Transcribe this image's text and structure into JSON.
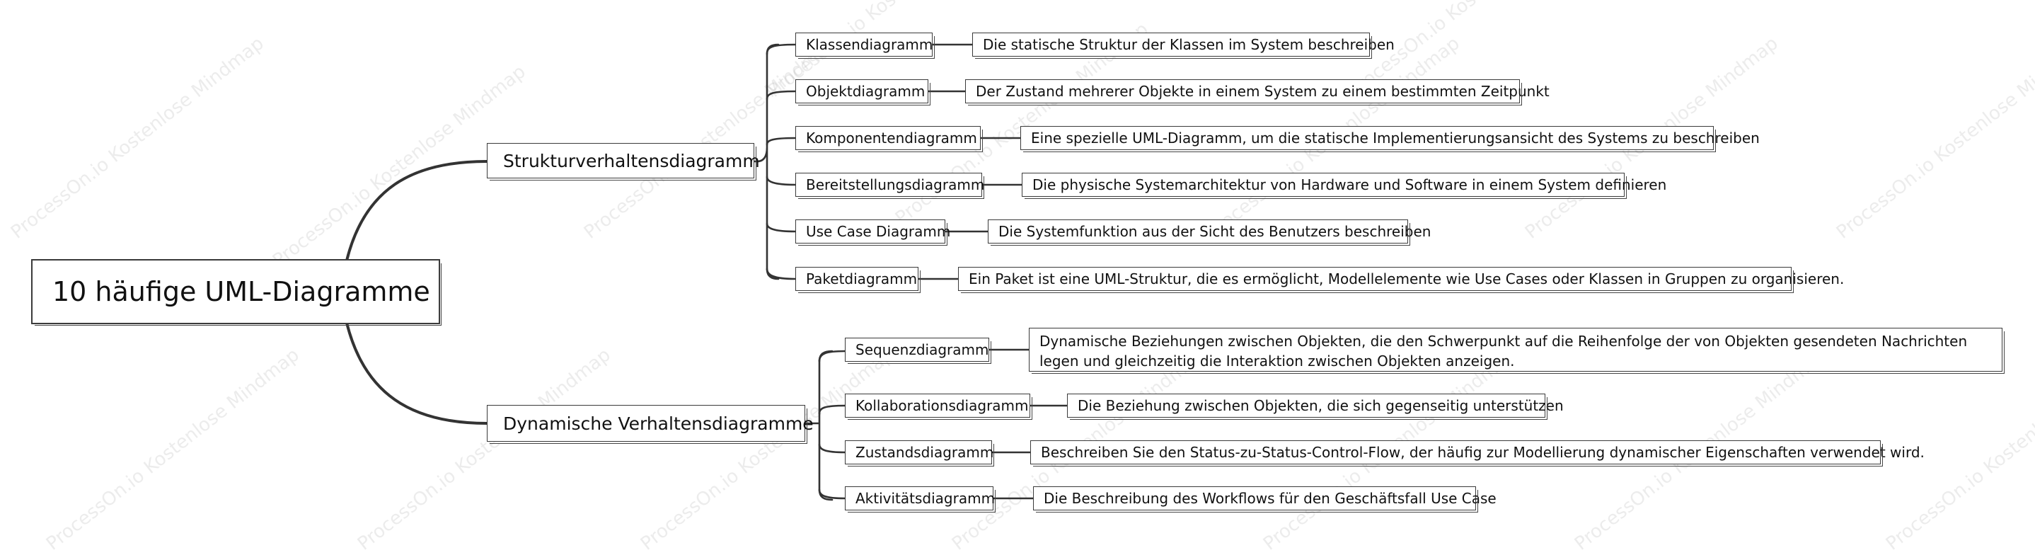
{
  "root": {
    "label": "10 häufige UML-Diagramme"
  },
  "branches": [
    {
      "label": "Strukturverhaltensdiagramm",
      "children": [
        {
          "label": "Klassendiagramm",
          "description": "Die statische Struktur der Klassen im System beschreiben"
        },
        {
          "label": "Objektdiagramm",
          "description": "Der Zustand mehrerer Objekte in einem System zu einem bestimmten Zeitpunkt"
        },
        {
          "label": "Komponentendiagramm",
          "description": "Eine spezielle UML-Diagramm, um die statische Implementierungsansicht des Systems zu beschreiben"
        },
        {
          "label": "Bereitstellungsdiagramm",
          "description": "Die physische Systemarchitektur von Hardware und Software in einem System definieren"
        },
        {
          "label": "Use Case Diagramm",
          "description": "Die Systemfunktion aus der Sicht des Benutzers beschreiben"
        },
        {
          "label": "Paketdiagramm",
          "description": "Ein Paket ist eine UML-Struktur, die es ermöglicht, Modellelemente wie Use Cases oder Klassen in Gruppen zu organisieren."
        }
      ]
    },
    {
      "label": "Dynamische Verhaltensdiagramme",
      "children": [
        {
          "label": "Sequenzdiagramm",
          "description": "Dynamische Beziehungen zwischen Objekten, die den Schwerpunkt auf die Reihenfolge der von Objekten gesendeten Nachrichten legen und gleichzeitig die Interaktion zwischen Objekten anzeigen."
        },
        {
          "label": "Kollaborationsdiagramm",
          "description": "Die Beziehung zwischen Objekten, die sich gegenseitig unterstützen"
        },
        {
          "label": "Zustandsdiagramm",
          "description": "Beschreiben Sie den Status-zu-Status-Control-Flow, der häufig zur Modellierung dynamischer Eigenschaften verwendet wird."
        },
        {
          "label": "Aktivitätsdiagramm",
          "description": "Die Beschreibung des Workflows für den Geschäftsfall Use Case"
        }
      ]
    }
  ],
  "watermark": "ProcessOn.io Kostenlose Mindmap",
  "colors": {
    "line": "#333333",
    "border": "#3a3a3a",
    "text": "#111111",
    "watermark": "#969696"
  }
}
